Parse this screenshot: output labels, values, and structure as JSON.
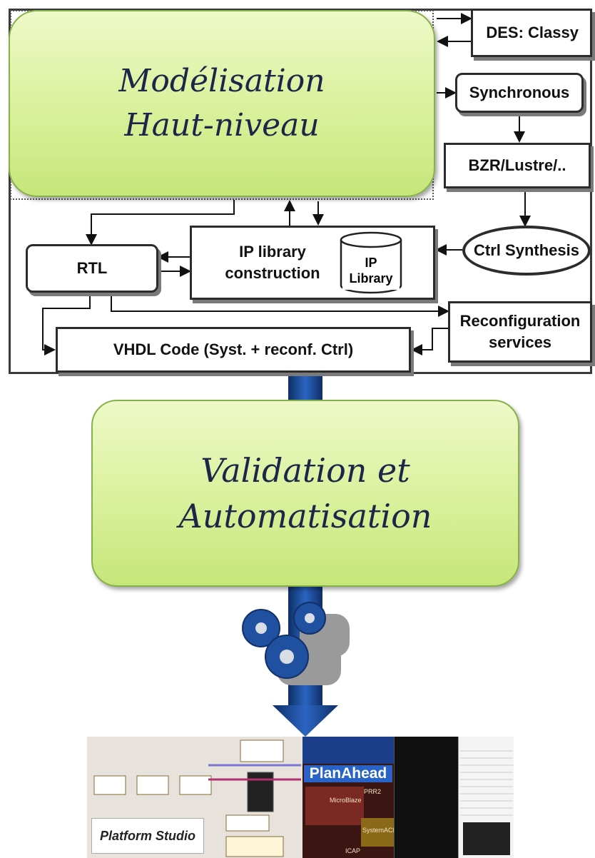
{
  "top_panel": {
    "modelisation_title": "Modélisation Haut-niveau",
    "des_classy": "DES: Classy",
    "synchronous": "Synchronous",
    "bzr_lustre": "BZR/Lustre/..",
    "ctrl_synthesis": "Ctrl Synthesis",
    "ip_library_construction": "IP library construction",
    "ip_library": "IP Library",
    "rtl": "RTL",
    "reconfiguration_services": "Reconfiguration services",
    "vhdl_code": "VHDL Code (Syst. + reconf. Ctrl)"
  },
  "validation_title": "Validation et Automatisation",
  "gears_icon": "gears-icon",
  "screenshot": {
    "platform_studio_logo": "Platform Studio",
    "planahead_logo": "PlanAhead",
    "microblaze": "MicroBlaze",
    "systemace": "SystemACE",
    "icap": "ICAP",
    "ppr": "PRR2"
  },
  "colors": {
    "green_box": "#d9f09a",
    "title_text": "#1b2648",
    "arrow_blue": "#1f4e9e"
  }
}
